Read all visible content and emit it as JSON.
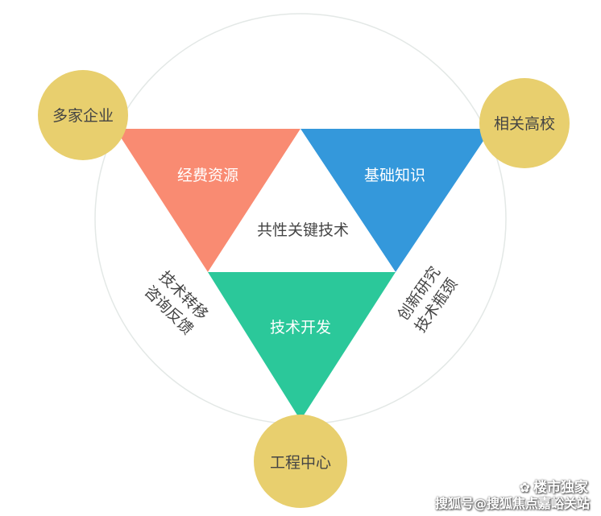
{
  "diagram": {
    "circles": {
      "top_left": "多家企业",
      "top_right": "相关高校",
      "bottom": "工程中心"
    },
    "triangles": {
      "left": "经费资源",
      "right": "基础知识",
      "bottom": "技术开发",
      "center": "共性关键技术"
    },
    "side_labels": {
      "left_line1": "技术转移",
      "left_line2": "咨询反馈",
      "right_line1": "创新研究",
      "right_line2": "技术瓶颈"
    },
    "colors": {
      "circle": "#E8CF6E",
      "left_triangle": "#F98B72",
      "right_triangle": "#3498DB",
      "bottom_triangle": "#2BC89A",
      "ring": "#E3E8E6",
      "center_text": "#444444",
      "circle_text": "#444444",
      "triangle_text": "#FFFFFF"
    }
  },
  "watermark": {
    "line1": "楼市独家",
    "line2": "搜狐号@搜狐焦点嘉峪关站"
  }
}
